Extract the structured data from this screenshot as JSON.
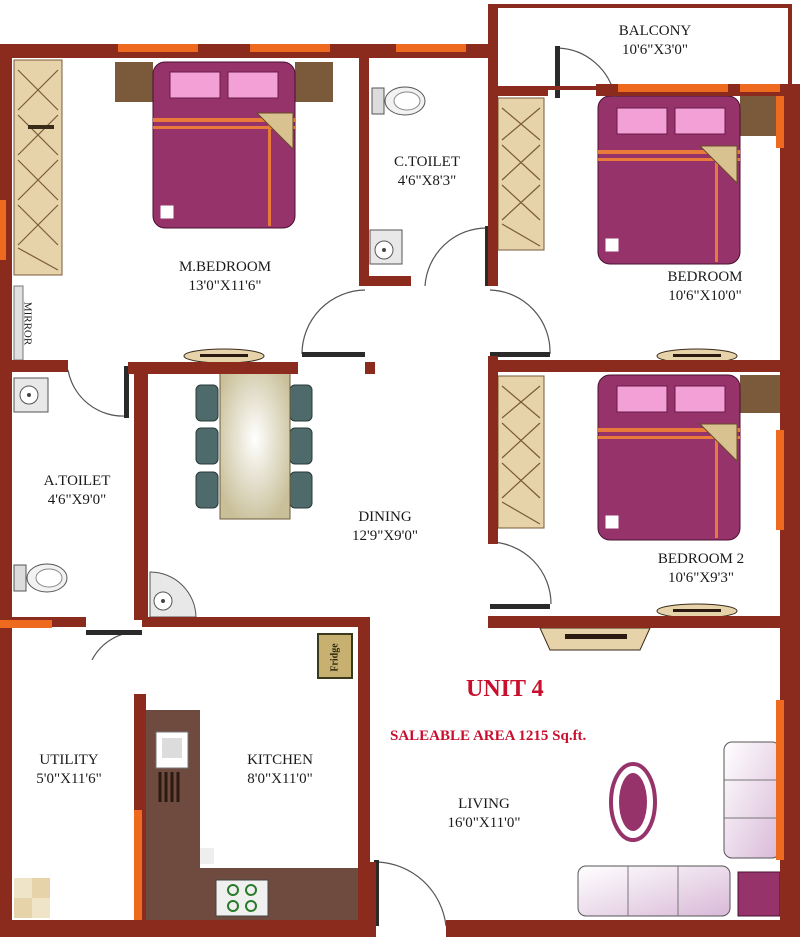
{
  "unit": {
    "title": "UNIT 4",
    "area": "SALEABLE AREA 1215 Sq.ft."
  },
  "rooms": {
    "balcony": {
      "name": "BALCONY",
      "size": "10'6\"X3'0\""
    },
    "c_toilet": {
      "name": "C.TOILET",
      "size": "4'6\"X8'3\""
    },
    "m_bedroom": {
      "name": "M.BEDROOM",
      "size": "13'0\"X11'6\""
    },
    "bedroom": {
      "name": "BEDROOM",
      "size": "10'6\"X10'0\""
    },
    "a_toilet": {
      "name": "A.TOILET",
      "size": "4'6\"X9'0\""
    },
    "dining": {
      "name": "DINING",
      "size": "12'9\"X9'0\""
    },
    "bedroom_2": {
      "name": "BEDROOM 2",
      "size": "10'6\"X9'3\""
    },
    "utility": {
      "name": "UTILITY",
      "size": "5'0\"X11'6\""
    },
    "kitchen": {
      "name": "KITCHEN",
      "size": "8'0\"X11'0\""
    },
    "living": {
      "name": "LIVING",
      "size": "16'0\"X11'0\""
    }
  },
  "fixtures": {
    "mirror": "MIRROR",
    "fridge": "Fridge"
  },
  "colors": {
    "wall": "#8b2b1e",
    "window": "#ee6a1e",
    "bed": "#96336b",
    "pillow": "#f2a0d6",
    "headboard": "#7a5a3a",
    "wardrobe": "#e6d3aa",
    "kitchen_counter": "#6e4a3f",
    "title": "#c8102e"
  }
}
